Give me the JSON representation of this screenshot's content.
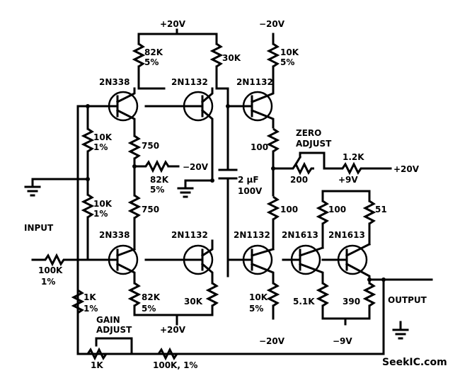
{
  "labels": {
    "v20_top": "+20V",
    "vneg20_top": "−20V",
    "r82k_top": "82K",
    "r82k_top_tol": "5%",
    "r30k_top": "30K",
    "r10k_top": "10K",
    "r10k_top_tol": "5%",
    "q1": "2N338",
    "q2": "2N1132",
    "q3": "2N1132",
    "r10k_a": "10K",
    "r10k_a_tol": "1%",
    "r750_a": "750",
    "r100_a": "100",
    "zero": "ZERO",
    "adjust": "ADJUST",
    "r1_2k": "1.2K",
    "v20_right": "+20V",
    "vneg20_mid": "−20V",
    "r82k_mid": "82K",
    "r82k_mid_tol": "5%",
    "cap": "2 μF",
    "cap_v": "100V",
    "r200": "200",
    "v9_pos": "+9V",
    "r10k_b": "10K",
    "r10k_b_tol": "1%",
    "r750_b": "750",
    "r100_b": "100",
    "r100_c": "100",
    "r51": "51",
    "input": "INPUT",
    "q4": "2N338",
    "q5": "2N1132",
    "q6": "2N1132",
    "q7": "2N1613",
    "q8": "2N1613",
    "r100k": "100K",
    "r100k_tol": "1%",
    "r1k": "1K",
    "r1k_tol": "1%",
    "r82k_bot": "82K",
    "r82k_bot_tol": "5%",
    "r30k_bot": "30K",
    "r10k_bot": "10K",
    "r10k_bot_tol": "5%",
    "r5_1k": "5.1K",
    "r390": "390",
    "output": "OUTPUT",
    "gain": "GAIN",
    "gain_adjust": "ADJUST",
    "v20_bot": "+20V",
    "vneg20_bot": "−20V",
    "v9_neg": "−9V",
    "pot1k": "1K",
    "r100k_bot": "100K, 1%",
    "watermark": "SeekIC.com"
  }
}
